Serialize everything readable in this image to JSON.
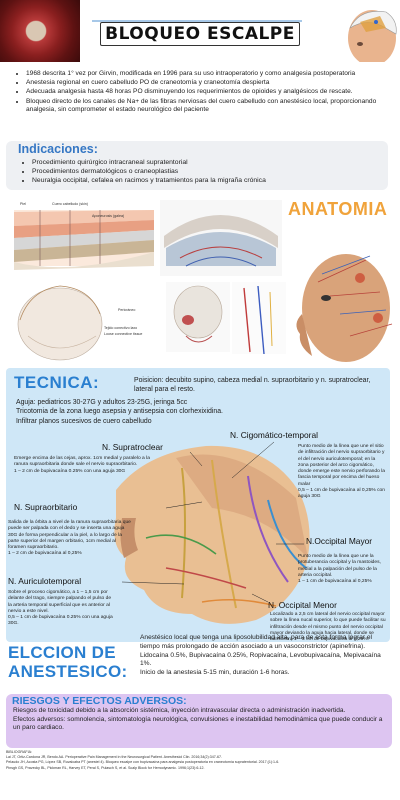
{
  "header": {
    "title": "BLOQUEO ESCALPE"
  },
  "intro": [
    "1968  descrita 1° vez por Girvin, modificada en 1996 para su uso intraoperatorio y como analgesia postoperatoria",
    "Anestesia regional en cuero cabelludo PO de craneotomía y craneotomía despierta",
    "Adecuada analgesia hasta 48 horas PO disminuyendo los requerimientos de opioides y analgésicos de rescate.",
    "Bloqueo directo de los canales de Na+ de las fibras nerviosas del cuero cabelludo con anestésico local, proporcionando analgesia, sin comprometer el estado neurológico del paciente"
  ],
  "indicaciones": {
    "title": "Indicaciones:",
    "items": [
      "Procedimiento quirúrgico intracraneal supratentorial",
      "Procedimientos dermatológicos o craneoplastias",
      "Neuralgia occipital, cefalea en racimos y tratamientos para la migraña crónica"
    ]
  },
  "anatomia": {
    "title": "ANATOMIA",
    "labels": {
      "piel": "Piel",
      "cuero": "Cuero cabelludo (skin)",
      "aponeurosis": "Aponeurosis (galea)",
      "pericraneo": "Pericráneo",
      "laxo": "Tejido conectivo laxo",
      "loose": "Loose connective tissue"
    }
  },
  "tecnica": {
    "title": "TECNICA:",
    "posicion": "Poisicion: decubito supino, cabeza medial n. supraorbitario y n. supratroclear, lateral para el resto.",
    "prep": [
      "Aguja: pediatricos 30-27G y adultos 23-25G, jeringa 5cc",
      "Tricotomia de la zona luego asepsia y antisepsia con clorhexixidina.",
      "Infiltrar planos  sucesivos de cuero cabelludo"
    ],
    "nerves": {
      "supratroclear": {
        "name": "N. Supratroclear",
        "desc": "Emerge encima de las cejas, aprox. 1cm medial y paralelo a la ranura supraorbitaria donde sale el nervio supraorbitario.",
        "dose": "1 – 2 cm de bupivacaína 0.25% con una aguja 30G"
      },
      "supraorbitario": {
        "name": "N. Supraorbitario",
        "desc": "Salida de la órbita a nivel de la ranura supraorbitaria que puede ser palpada con el dedo y se inserta una aguja 30G de forma perpendicular a la piel, a lo largo de la parte superior del margen orbitario, 1cm medial al foramen supraorbitario.",
        "dose": "1 – 2 cm de bupivacaína al 0,25%"
      },
      "auriculotemporal": {
        "name": "N. Auriculotemporal",
        "desc": "Sobre el proceso cigomático, a 1 – 1,5 cm por delante del trago, siempre palpando el pulso de la arteria temporal superficial que es anterior al nervio a este nivel.",
        "dose": "0,5 – 1 cm de bupivacaína 0.25% con una aguja 30G."
      },
      "cigomatico": {
        "name": "N. Cigomático-temporal",
        "desc": "Punto medio de la línea que une el sitio de infiltración del nervio supraorbitario y el del nervio auriculotemporal; en la zona posterior del arco cigomático, donde emerge este nervio perforando la fascia temporal por encima del hueso malar",
        "dose": "0,5 – 1 cm de bupivacaína al 0,25% con aguja 30G"
      },
      "occipital_mayor": {
        "name": "N.Occipital Mayor",
        "desc": "Punto medio de la línea que une la protuberancia occipital y la mastoides, medial a la palpación del pulso de la arteria occipital.",
        "dose": "1 – 1 cm de bupivacaína al 0,25%"
      },
      "occipital_menor": {
        "name": "N. Occipital Menor",
        "desc": "Localizado a 2,5 cm lateral del nervio occipital mayor sobre la línea nucal superior, lo que puede facilitar su infiltración desde el mismo punto del nervio occipital mayor deviando la aguja hacia lateral, donde se administra 1 – 2 cm de bupivacaína al 0,25%."
      }
    }
  },
  "eleccion": {
    "title": "ELCCION DE ANESTESICO:",
    "text": [
      "Anestésico local que tenga una liposolubilidad alta, para de esta forma lograr el tiempo más prolongado de acción  asociado a un vasoconstrictor (apinefrina).",
      "Lidocaína 0.5%, Bupivacaína 0.25%, Ropivacaína, Levobupivacaína, Mepivacaína 1%.",
      "Inicio de la anestesia 5-15 min, duración 1-6 horas."
    ]
  },
  "riesgos": {
    "title": "RIESGOS Y EFECTOS ADVERSOS:",
    "text": [
      "Riesgos de toxicidad debido a la absorción sistémica, inyección intravascular directa o administración inadvertida.",
      "Efectos adversos: somnolencia, sintomatología neurológica, convulsiones e inestabilidad hemodinámica que puede conducir a un paro cardiaco."
    ]
  },
  "bibliografia": {
    "title": "BIBLIOGRAFIA:",
    "refs": [
      "Lai JT, Ortiz-Cardona JR, Bendo AA. Perioperative Pain Management in the Neurosurgical Patient. Anesthesiol Clin. 2016;34(2):347-67.",
      "Pelaudo JH, Acosta PG, López SB, Ruvalcaba PT (anestel 4). Bloqueo escalpe con bupivacaína para analgesia postoperatoria en craneotomía supratentorial. 2017;(1):1-6.",
      "Pinsgh GS, Pravecky BL, Pickman RL, Harvey ET, Peral S, Pulasch S, et al. Scalp Block for Hemodynamic. 1996;1(23):6-12."
    ]
  },
  "colors": {
    "accent_blue": "#2a7fd0",
    "title_orange": "#f0a33b",
    "indicaciones_bg": "#eef0f3",
    "tecnica_bg": "#cfe7f7",
    "riesgos_bg": "#ddc5f1"
  }
}
